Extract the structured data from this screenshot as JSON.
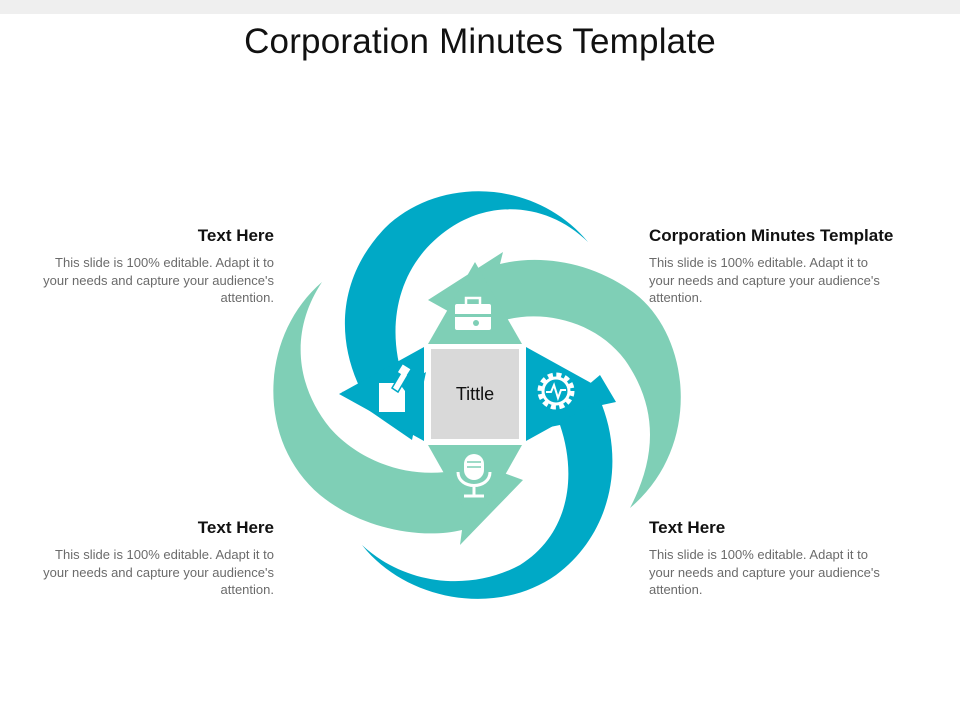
{
  "title": "Corporation Minutes Template",
  "center": {
    "label": "Tittle"
  },
  "colors": {
    "teal": "#00a9c6",
    "mint": "#7fcfb6",
    "center": "#d9d9d9"
  },
  "blocks": {
    "top_left": {
      "heading": "Text Here",
      "body": "This slide is 100% editable. Adapt it to your needs and capture your audience's attention."
    },
    "top_right": {
      "heading": "Corporation Minutes Template",
      "body": "This slide is 100% editable. Adapt it to your needs and capture your audience's attention."
    },
    "bottom_left": {
      "heading": "Text Here",
      "body": "This slide is 100% editable. Adapt it to your needs and capture your audience's attention."
    },
    "bottom_right": {
      "heading": "Text Here",
      "body": "This slide is 100% editable. Adapt it to your needs and capture your audience's attention."
    }
  },
  "icons": {
    "top": "briefcase-tools-icon",
    "right": "gear-pulse-icon",
    "bottom": "microphone-icon",
    "left": "notepad-pen-icon"
  }
}
